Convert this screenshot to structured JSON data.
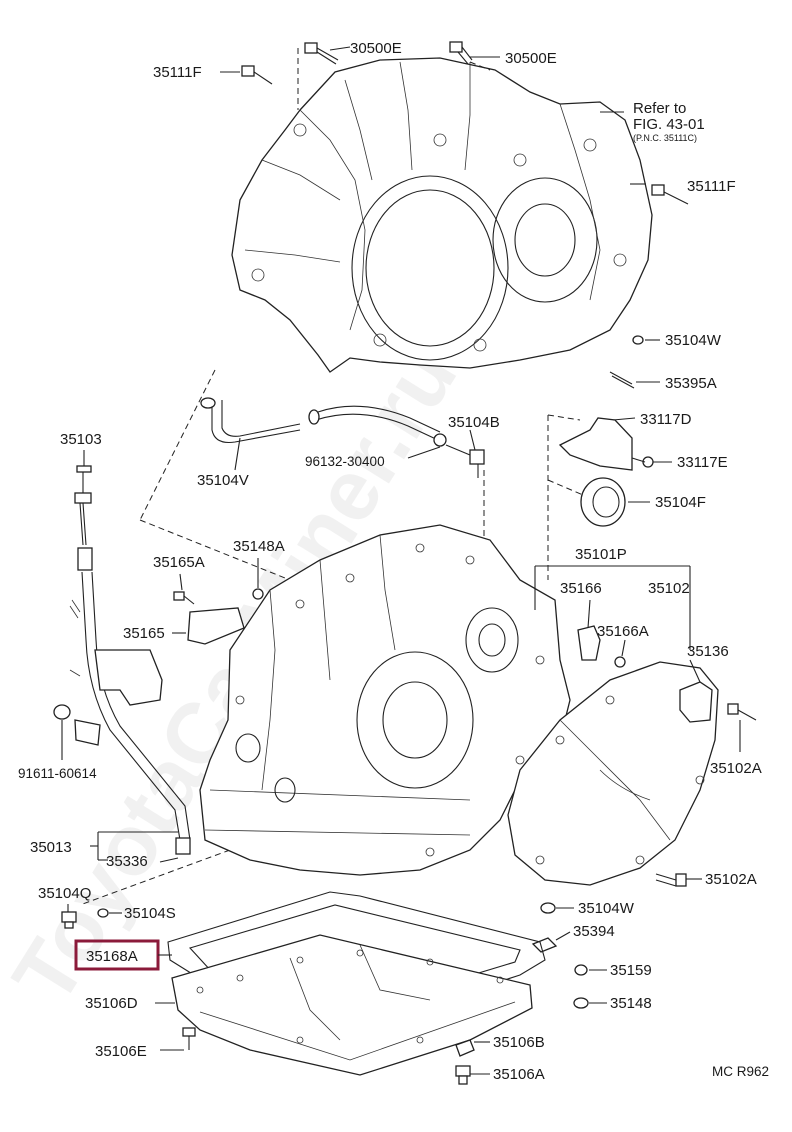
{
  "watermark": "ToyotaCarMiner.ru",
  "refer": {
    "line1": "Refer to",
    "line2": "FIG. 43-01",
    "line3": "(P.N.C. 35111C)"
  },
  "highlight_color": "#8b1a3a",
  "highlighted_part": "35168A",
  "labels": {
    "l_30500e_a": "30500E",
    "l_30500e_b": "30500E",
    "l_35111f_a": "35111F",
    "l_35111f_b": "35111F",
    "l_35104w_a": "35104W",
    "l_35395a": "35395A",
    "l_35103": "35103",
    "l_35104b": "35104B",
    "l_33117d": "33117D",
    "l_96132": "96132-30400",
    "l_33117e": "33117E",
    "l_35104v": "35104V",
    "l_35104f": "35104F",
    "l_35148a": "35148A",
    "l_35101p": "35101P",
    "l_35165a": "35165A",
    "l_35166": "35166",
    "l_35102": "35102",
    "l_35165": "35165",
    "l_35166a": "35166A",
    "l_35136": "35136",
    "l_91611": "91611-60614",
    "l_35102a_a": "35102A",
    "l_35013": "35013",
    "l_35336": "35336",
    "l_35102a_b": "35102A",
    "l_35104q": "35104Q",
    "l_35104s": "35104S",
    "l_35104w_b": "35104W",
    "l_35168a": "35168A",
    "l_35394": "35394",
    "l_35159": "35159",
    "l_35106d": "35106D",
    "l_35148": "35148",
    "l_35106e": "35106E",
    "l_35106b": "35106B",
    "l_35106a": "35106A",
    "footer": "MC  R962"
  }
}
